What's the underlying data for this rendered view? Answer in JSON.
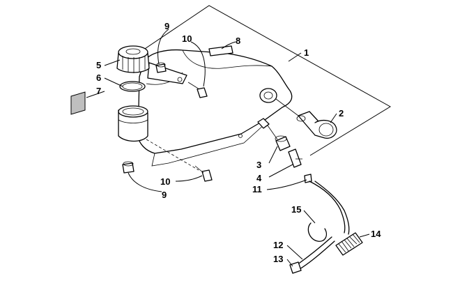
{
  "diagram": {
    "callouts": [
      {
        "id": "c1",
        "label": "1"
      },
      {
        "id": "c2",
        "label": "2"
      },
      {
        "id": "c3",
        "label": "3"
      },
      {
        "id": "c4",
        "label": "4"
      },
      {
        "id": "c5",
        "label": "5"
      },
      {
        "id": "c6",
        "label": "6"
      },
      {
        "id": "c7",
        "label": "7"
      },
      {
        "id": "c8",
        "label": "8"
      },
      {
        "id": "c9a",
        "label": "9"
      },
      {
        "id": "c9b",
        "label": "9"
      },
      {
        "id": "c10a",
        "label": "10"
      },
      {
        "id": "c10b",
        "label": "10"
      },
      {
        "id": "c11",
        "label": "11"
      },
      {
        "id": "c12",
        "label": "12"
      },
      {
        "id": "c13",
        "label": "13"
      },
      {
        "id": "c14",
        "label": "14"
      },
      {
        "id": "c15",
        "label": "15"
      }
    ],
    "colors": {
      "line": "#000000",
      "background": "#ffffff",
      "shade": "#bfbfbf"
    }
  }
}
